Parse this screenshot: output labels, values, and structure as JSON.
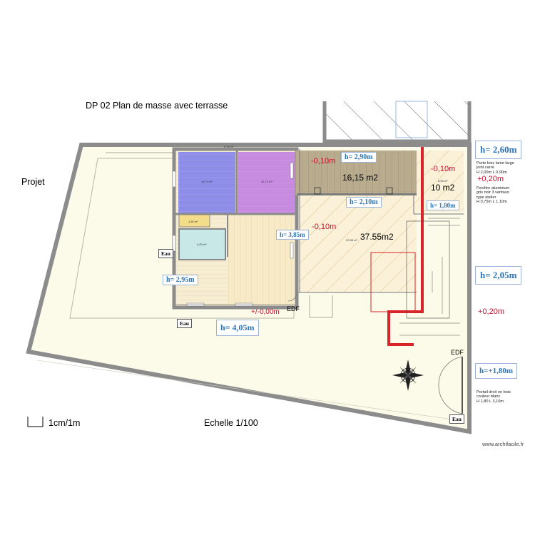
{
  "title": "DP 02  Plan de masse avec terrasse",
  "side_label": "Projet",
  "scale_legend": "1cm/1m",
  "scale_text": "Echelle 1/100",
  "watermark": "www.archifacile.fr",
  "edf_labels": [
    "EDF",
    "EDF"
  ],
  "eau_labels": [
    "Eau",
    "Eau",
    "Eau"
  ],
  "areas": {
    "terrace_top": "16,15 m2",
    "terrace_main": "37.55m2",
    "annex": "10 m2"
  },
  "levels": {
    "top_left": "-0,10m",
    "top_right": "-0,10m",
    "mid": "-0,10m",
    "plus_top": "+0,20m",
    "plus_mid": "+0,20m",
    "zero": "+/-0,00m"
  },
  "heights": {
    "h_290": "h= 2,90m",
    "h_210": "h= 2,10m",
    "h_180_small": "h= 1,80m",
    "h_385": "h= 3,85m",
    "h_295": "h= 2,95m",
    "h_405": "h= 4,05m",
    "h_260": "h= 2,60m",
    "h_205": "h= 2,05m",
    "h_180_big": "h=+1,80m"
  },
  "notes": {
    "door": "Porte bois lame large\njoint carré\nH 2,00m  L 0,90m",
    "window": "Fenêtre aluminium\ngris noir 3 vantaux\ntype atelier\nH 0,75m L 1,10m",
    "gate": "Portail droit en bois\ncouleur blanc\nH 1,80 L 3,10m"
  },
  "small_dims": {
    "room_blue": "42,74 m²",
    "room_purple": "42,74 m²",
    "room_small": "1,40 m²",
    "room_bath": "4,05 m²",
    "top_wall": "0,15 m²",
    "terrace_small": "20,55 m²",
    "annex_small": "6,05 m²"
  },
  "colors": {
    "wall": "#8c8c8c",
    "ground": "#fcfbe9",
    "room_blue": "#8e8ee8",
    "room_purple": "#c68ade",
    "wood_floor": "#f6eac8",
    "wood_dark": "#b8ab8e",
    "tile": "#c7e8e6",
    "small_room": "#f3dc8a",
    "hatch_fill": "#faf1d8",
    "red_line": "#d9252a",
    "height_text": "#2e75b6"
  }
}
